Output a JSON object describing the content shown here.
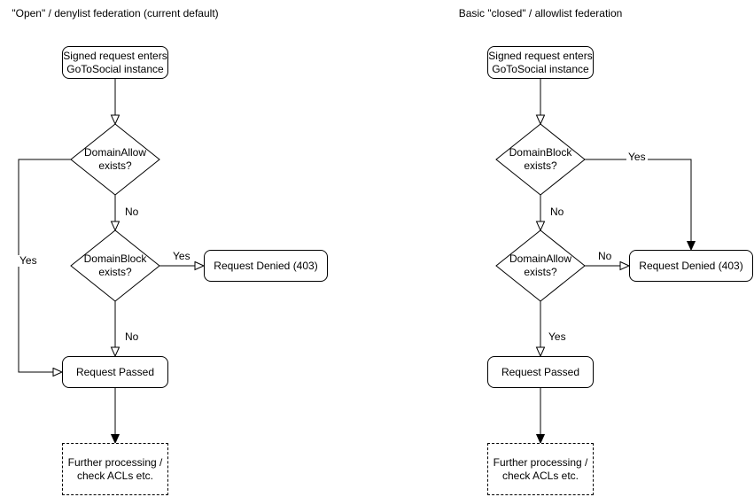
{
  "colors": {
    "stroke": "#000000",
    "shape_fill": "#ffffff",
    "text": "#000000",
    "background": "#ffffff"
  },
  "left": {
    "title": "\"Open\" / denylist federation (current default)",
    "start": "Signed request enters\nGoToSocial instance",
    "decision1": "DomainAllow\nexists?",
    "decision2": "DomainBlock\nexists?",
    "denied": "Request Denied (403)",
    "passed": "Request Passed",
    "further": "Further processing /\ncheck ACLs etc.",
    "labels": {
      "d1_yes": "Yes",
      "d1_no": "No",
      "d2_yes": "Yes",
      "d2_no": "No"
    }
  },
  "right": {
    "title": "Basic \"closed\" / allowlist federation",
    "start": "Signed request enters\nGoToSocial instance",
    "decision1": "DomainBlock\nexists?",
    "decision2": "DomainAllow\nexists?",
    "denied": "Request Denied (403)",
    "passed": "Request Passed",
    "further": "Further processing /\ncheck ACLs etc.",
    "labels": {
      "d1_yes": "Yes",
      "d1_no": "No",
      "d2_no": "No",
      "d2_yes": "Yes"
    }
  }
}
